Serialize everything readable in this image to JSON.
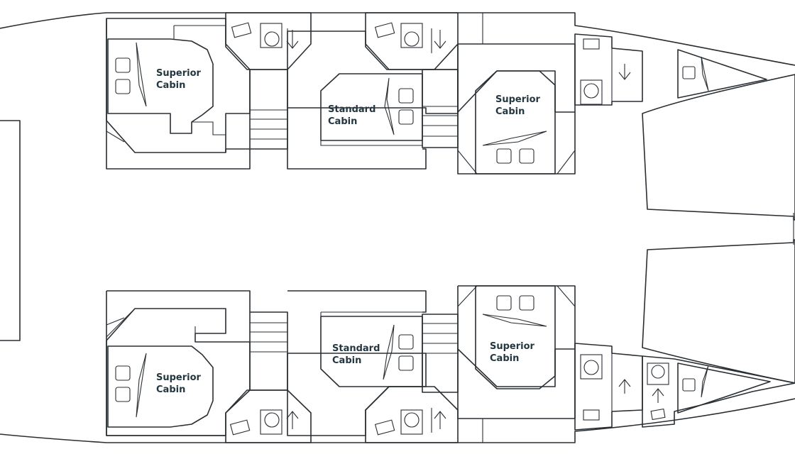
{
  "colors": {
    "corridor": "#a6d9e6",
    "cabin": "#8ab7c4",
    "head": "#d2e3a1",
    "stairs": "#f6d894",
    "forepeak": "#c4d5da",
    "outline": "#2a2f33"
  },
  "cabins": {
    "top_left": {
      "line1": "Superior",
      "line2": "Cabin"
    },
    "top_middle": {
      "line1": "Standard",
      "line2": "Cabin"
    },
    "top_right": {
      "line1": "Superior",
      "line2": "Cabin"
    },
    "bot_left": {
      "line1": "Superior",
      "line2": "Cabin"
    },
    "bot_middle": {
      "line1": "Standard",
      "line2": "Cabin"
    },
    "bot_right": {
      "line1": "Superior",
      "line2": "Cabin"
    }
  }
}
